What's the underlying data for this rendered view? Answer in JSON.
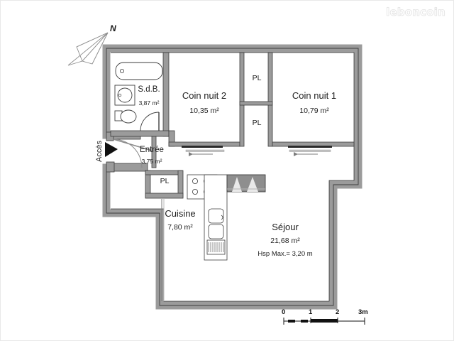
{
  "watermark": {
    "text": "leboncoin"
  },
  "compass": {
    "label": "N",
    "icon": "north-arrow-icon"
  },
  "access": {
    "label": "Accès",
    "marker_icon": "access-triangle-icon"
  },
  "rooms": [
    {
      "id": "sdb",
      "name": "S.d.B.",
      "area": "3,87 m²",
      "extra": ""
    },
    {
      "id": "coin-nuit-2",
      "name": "Coin nuit 2",
      "area": "10,35 m²",
      "extra": ""
    },
    {
      "id": "coin-nuit-1",
      "name": "Coin nuit 1",
      "area": "10,79 m²",
      "extra": ""
    },
    {
      "id": "entree",
      "name": "Entrée",
      "area": "3,75 m²",
      "extra": ""
    },
    {
      "id": "cuisine",
      "name": "Cuisine",
      "area": "7,80 m²",
      "extra": ""
    },
    {
      "id": "sejour",
      "name": "Séjour",
      "area": "21,68 m²",
      "extra": "Hsp Max.= 3,20 m"
    }
  ],
  "closets": [
    {
      "id": "pl-top",
      "label": "PL"
    },
    {
      "id": "pl-bottom",
      "label": "PL"
    },
    {
      "id": "pl-kitchen",
      "label": "PL"
    }
  ],
  "fixtures": [
    {
      "id": "bathtub",
      "name": "bathtub-icon"
    },
    {
      "id": "washbasin",
      "name": "washbasin-icon"
    },
    {
      "id": "toilet",
      "name": "toilet-icon"
    },
    {
      "id": "stovetop",
      "name": "stovetop-icon"
    },
    {
      "id": "sink",
      "name": "kitchen-sink-icon"
    },
    {
      "id": "stairs",
      "name": "stairs-icon"
    }
  ],
  "openings": [
    {
      "id": "door-sdb",
      "type": "swing-door"
    },
    {
      "id": "door-entree",
      "type": "swing-door"
    },
    {
      "id": "window-nuit2",
      "type": "sliding-window",
      "arrow": "left"
    },
    {
      "id": "window-nuit1",
      "type": "sliding-window",
      "arrow": "left"
    }
  ],
  "scale_bar": {
    "ticks": [
      "0",
      "1",
      "2",
      "3m"
    ],
    "unit": "m"
  },
  "colors": {
    "wall_fill": "#9b9b9b",
    "wall_stroke": "#3d3d3d",
    "thin_line": "#4a4a4a",
    "background": "#ffffff",
    "text": "#1e1e1e",
    "watermark": "#ffffff"
  }
}
